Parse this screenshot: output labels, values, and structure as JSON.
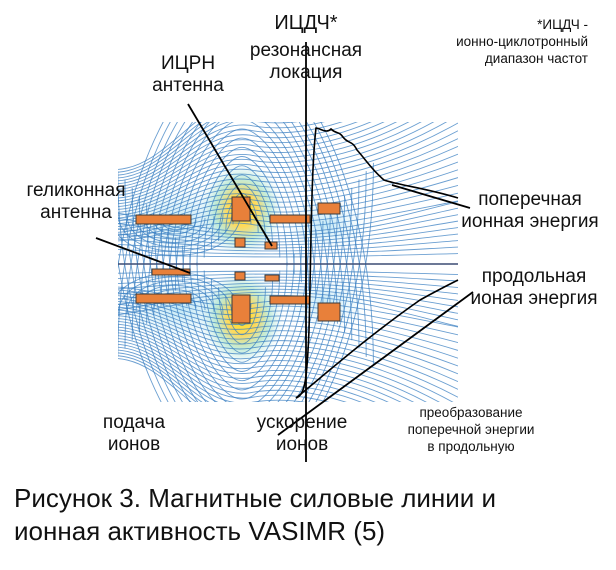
{
  "labels": {
    "icrh_title": "ИЦДЧ*",
    "icrh_sub": "резонансная\nлокация",
    "footnote": "*ИЦДЧ -\nионно-циклотронный\nдиапазон частот",
    "icrn_antenna": "ИЦРН\nантенна",
    "helicon_antenna": "геликонная\nантенна",
    "transverse_energy": "поперечная\nионная энергия",
    "longitudinal_energy": "продольная\nионая энергия",
    "ion_feed": "подача\nионов",
    "ion_acceleration": "ускорение\nионов",
    "energy_conversion": "преобразование\nпоперечной энергии\nв продольную"
  },
  "caption": "Рисунок 3. Магнитные силовые линии и\nионная активность VASIMR (5)",
  "colors": {
    "field_lines": "#3a7fc2",
    "magnet_blocks": "#e8803a",
    "hot_core": "#ffe21a",
    "axis_line": "#3c4c74"
  }
}
